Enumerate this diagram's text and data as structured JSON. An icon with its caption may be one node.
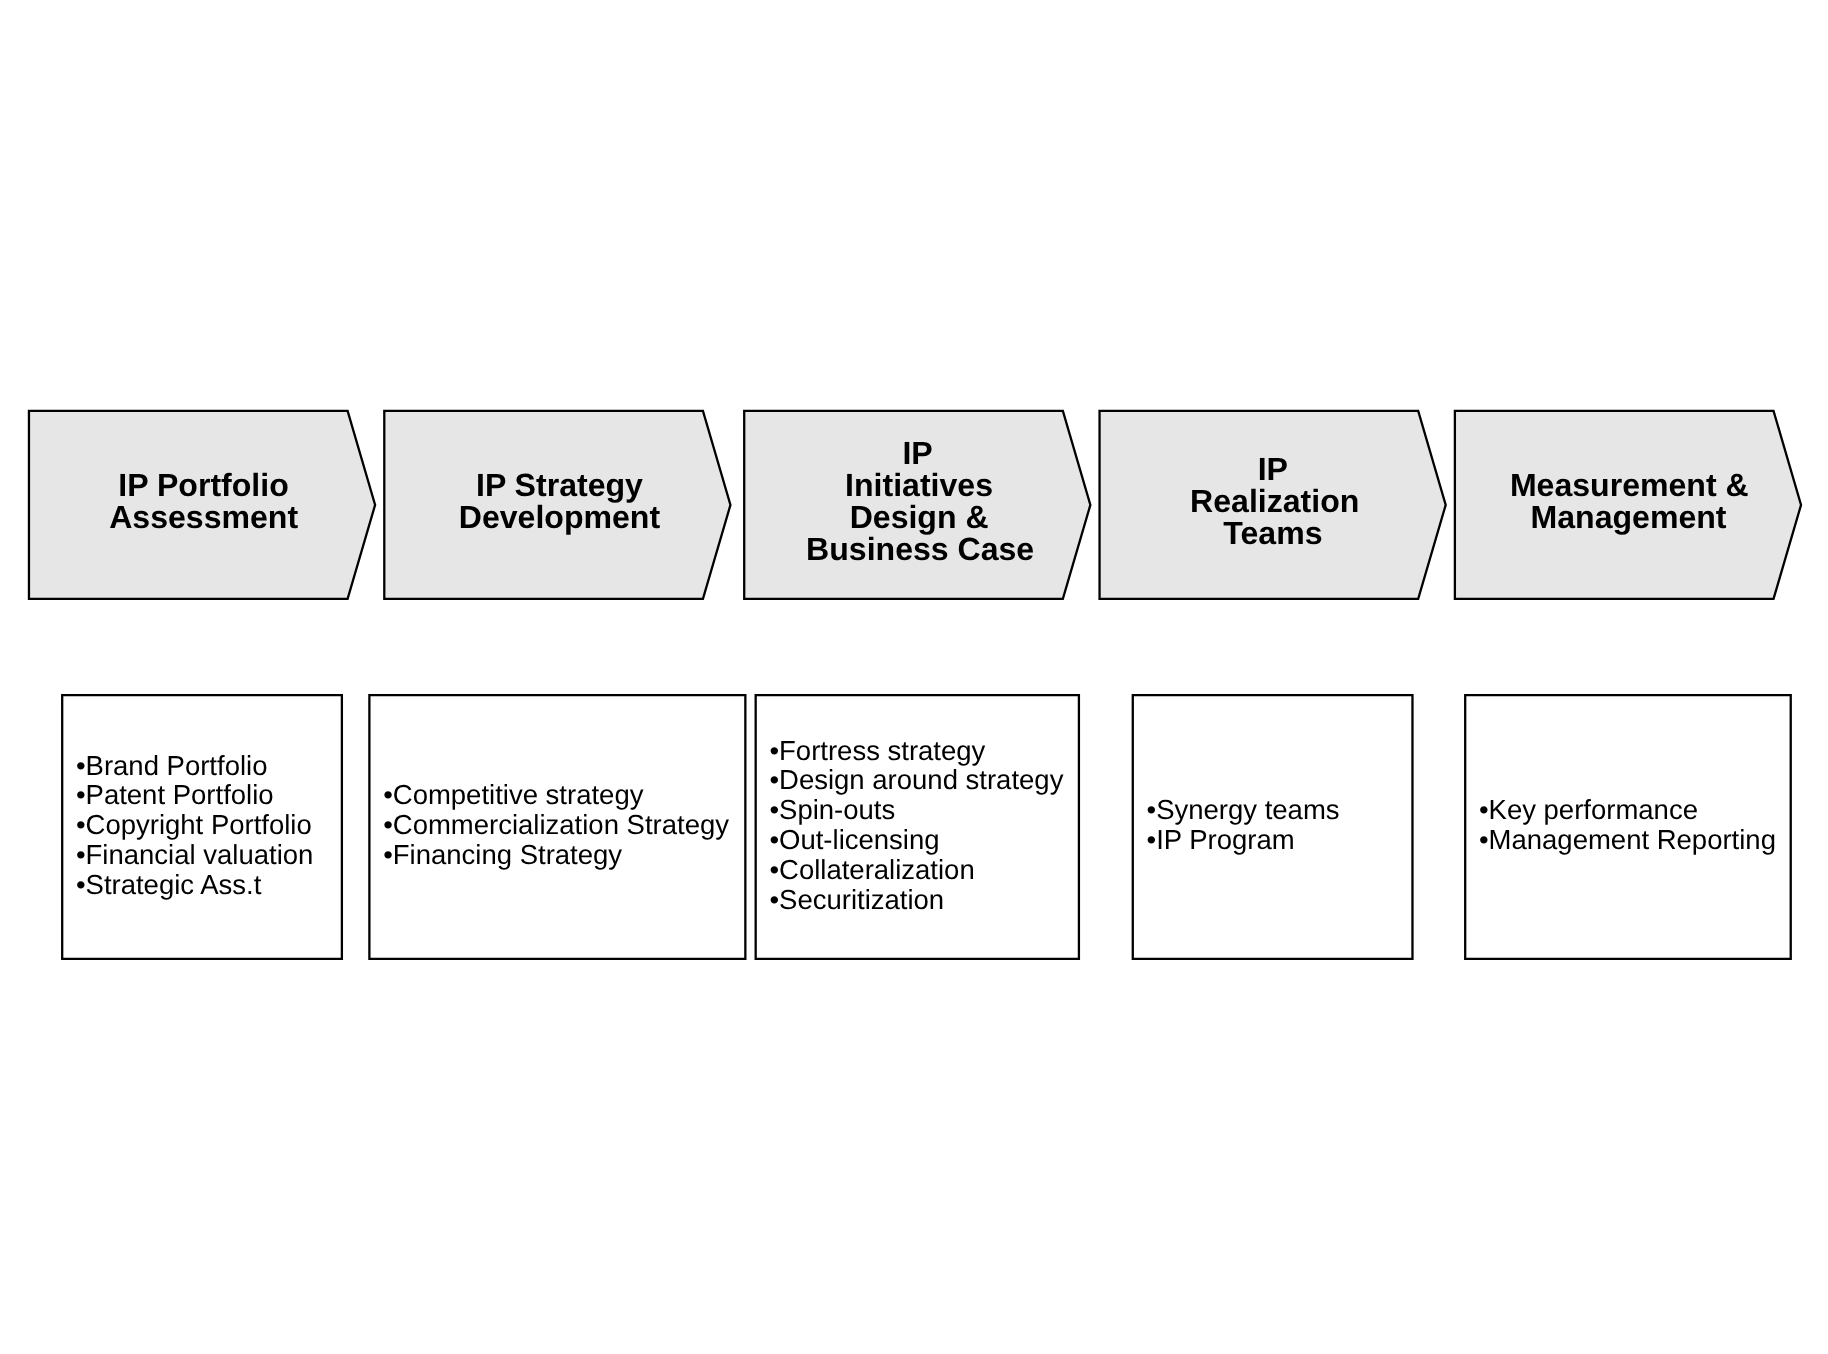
{
  "diagram": {
    "nodes": [
      {
        "text": [
          "IP Portfolio Assessment"
        ]
      },
      {
        "text": [
          "IP Strategy Development"
        ]
      },
      {
        "text": [
          "IP Initiatives Design & Business Case"
        ]
      },
      {
        "text": [
          "IP Realization Teams"
        ]
      },
      {
        "text": [
          "Measurement & Management"
        ]
      },
      {
        "text": [
          "•Brand Portfolio",
          "•Patent Portfolio",
          "•Copyright Portfolio",
          "•Financial valuation",
          "•Strategic Ass.t"
        ]
      },
      {
        "text": [
          "•Competitive strategy",
          "•Commercialization Strategy",
          "•Financing Strategy"
        ]
      },
      {
        "text": [
          "•Fortress strategy",
          "•Design around strategy",
          "•Spin-outs",
          "•Out-licensing",
          "•Collateralization",
          "•Securitization"
        ]
      },
      {
        "text": [
          "•Synergy teams",
          "•IP Program"
        ]
      },
      {
        "text": [
          "•Key performance",
          "•Management Reporting"
        ]
      }
    ]
  }
}
